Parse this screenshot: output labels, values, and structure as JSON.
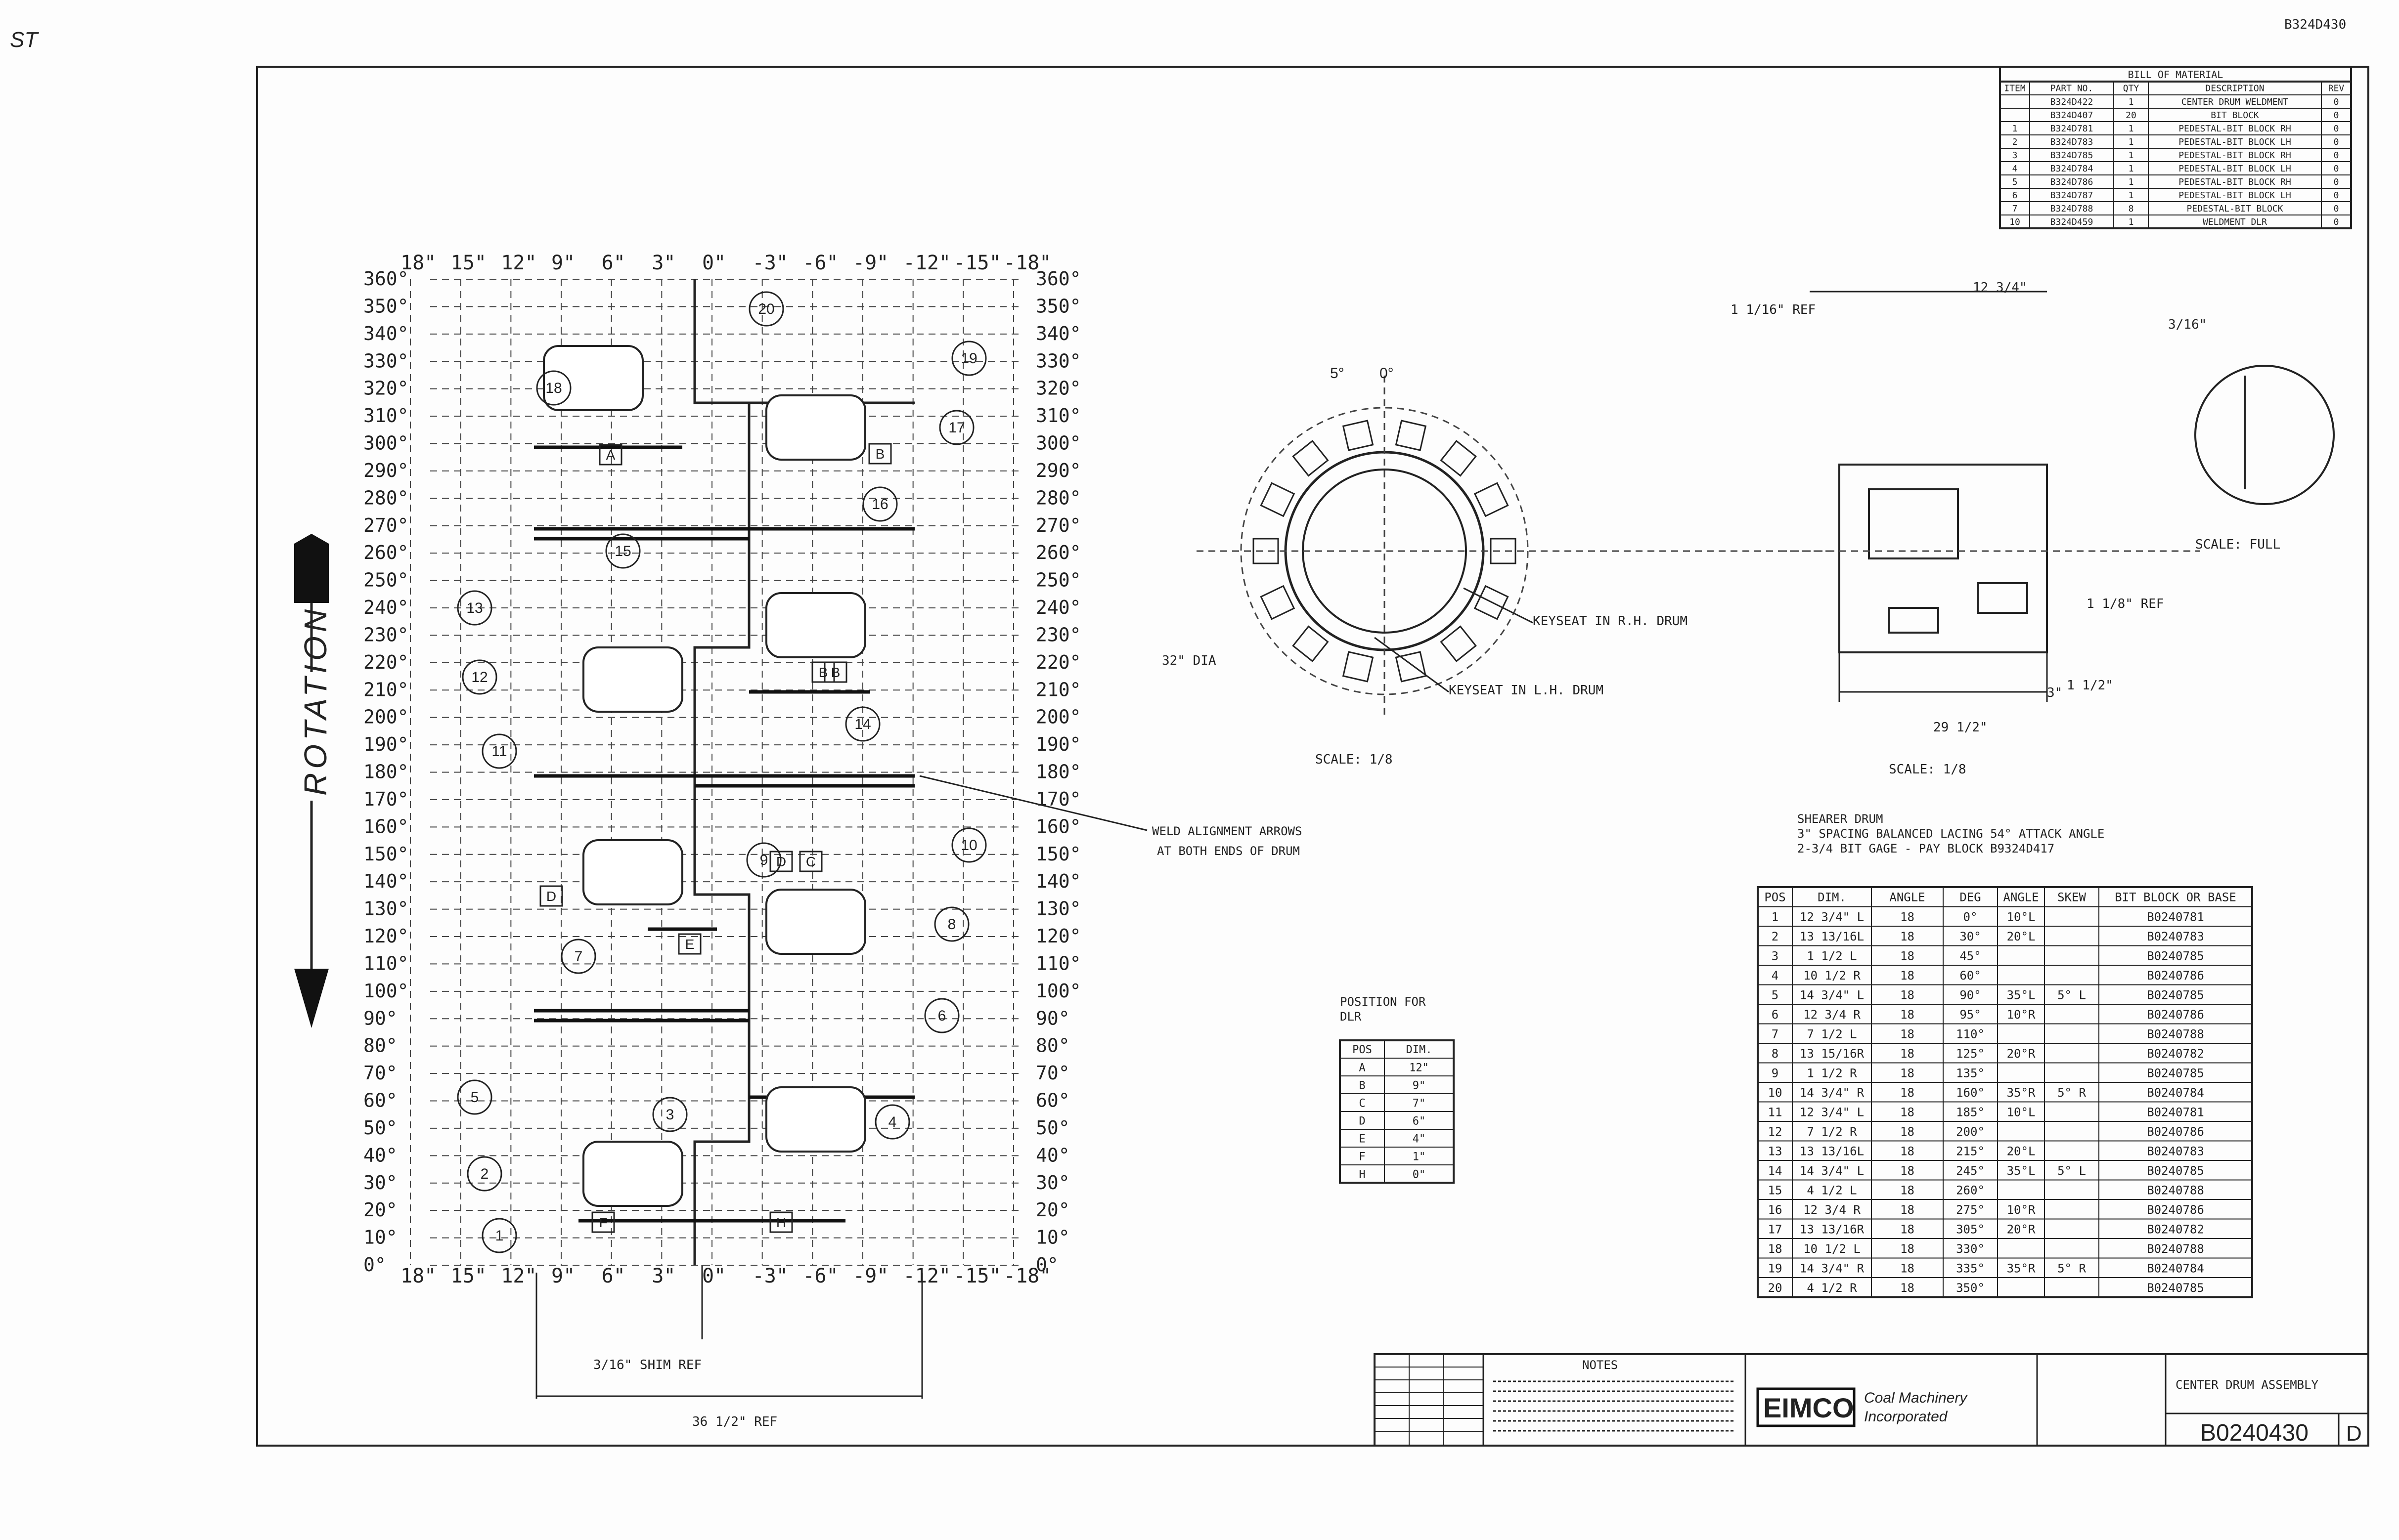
{
  "sheet": {
    "corner_mark": "ST",
    "top_right_code": "B324D430"
  },
  "layout": {
    "rotation_label": "ROTATION",
    "scale_left_top": [
      "360°",
      "350°",
      "340°",
      "330°",
      "320°",
      "310°",
      "300°",
      "290°",
      "280°",
      "270°",
      "260°",
      "250°",
      "240°",
      "230°",
      "220°",
      "210°",
      "200°",
      "190°",
      "180°",
      "170°",
      "160°",
      "150°",
      "140°",
      "130°",
      "120°",
      "110°",
      "100°",
      "90°",
      "80°",
      "70°",
      "60°",
      "50°",
      "40°",
      "30°",
      "20°",
      "10°",
      "0°"
    ],
    "offsets": [
      "18\"",
      "15\"",
      "12\"",
      "9\"",
      "6\"",
      "3\"",
      "0\"",
      "-3\"",
      "-6\"",
      "-9\"",
      "-12\"",
      "-15\"",
      "-18\""
    ],
    "block_numbers_left": [
      "18",
      "13",
      "12",
      "11",
      "7",
      "5",
      "2",
      "1",
      "15",
      "3"
    ],
    "block_numbers_right": [
      "20",
      "19",
      "17",
      "16",
      "14",
      "10",
      "9",
      "8",
      "6",
      "4"
    ],
    "lug_labels": [
      "A",
      "B",
      "C",
      "D",
      "E",
      "F",
      "H",
      "B",
      "B",
      "D"
    ],
    "shim_label": "3/16\" SHIM REF",
    "bottom_dim": "36 1/2\" REF",
    "weld_note": [
      "WELD ALIGNMENT ARROWS",
      "AT BOTH ENDS OF DRUM"
    ]
  },
  "section_view": {
    "angles": [
      "5°",
      "0°"
    ],
    "keyseat_rh": "KEYSEAT IN R.H. DRUM",
    "keyseat_lh": "KEYSEAT IN L.H. DRUM",
    "dia_note": "32\" DIA",
    "scale": "SCALE: 1/8"
  },
  "side_view": {
    "dims": [
      "1 1/16\" REF",
      "12 3/4\"",
      "3/16\"",
      "29 1/2\"",
      "1 1/2\"",
      "3\"",
      "1 1/8\" REF"
    ],
    "detail_scale": "SCALE: FULL",
    "scale": "SCALE: 1/8"
  },
  "drum_note": [
    "SHEARER DRUM",
    "3\" SPACING BALANCED LACING 54° ATTACK ANGLE",
    "2-3/4 BIT GAGE - PAY BLOCK B9324D417"
  ],
  "bom": {
    "title": "BILL OF MATERIAL",
    "headers": [
      "ITEM",
      "PART NO.",
      "QTY",
      "DESCRIPTION",
      "REV"
    ],
    "rows": [
      [
        "",
        "B324D422",
        "1",
        "CENTER DRUM WELDMENT",
        "0"
      ],
      [
        "",
        "B324D407",
        "20",
        "BIT BLOCK",
        "0"
      ],
      [
        "1",
        "B324D781",
        "1",
        "PEDESTAL-BIT BLOCK RH",
        "0"
      ],
      [
        "2",
        "B324D783",
        "1",
        "PEDESTAL-BIT BLOCK LH",
        "0"
      ],
      [
        "3",
        "B324D785",
        "1",
        "PEDESTAL-BIT BLOCK RH",
        "0"
      ],
      [
        "4",
        "B324D784",
        "1",
        "PEDESTAL-BIT BLOCK LH",
        "0"
      ],
      [
        "5",
        "B324D786",
        "1",
        "PEDESTAL-BIT BLOCK RH",
        "0"
      ],
      [
        "6",
        "B324D787",
        "1",
        "PEDESTAL-BIT BLOCK LH",
        "0"
      ],
      [
        "7",
        "B324D788",
        "8",
        "PEDESTAL-BIT BLOCK",
        "0"
      ],
      [
        "10",
        "B324D459",
        "1",
        "WELDMENT DLR",
        "0"
      ]
    ]
  },
  "position_table": {
    "note": [
      "POSITION FOR",
      "DLR"
    ],
    "headers": [
      "POS",
      "DIM."
    ],
    "rows": [
      [
        "A",
        "12\""
      ],
      [
        "B",
        "9\""
      ],
      [
        "C",
        "7\""
      ],
      [
        "D",
        "6\""
      ],
      [
        "E",
        "4\""
      ],
      [
        "F",
        "1\""
      ],
      [
        "H",
        "0\""
      ]
    ]
  },
  "lacing_table": {
    "headers": [
      "POS",
      "DIM.",
      "ANGLE",
      "DEG",
      "ANGLE",
      "SKEW",
      "BIT BLOCK OR BASE"
    ],
    "rows": [
      [
        "1",
        "12 3/4\" L",
        "18",
        "0°",
        "10°L",
        "",
        "B0240781"
      ],
      [
        "2",
        "13 13/16L",
        "18",
        "30°",
        "20°L",
        "",
        "B0240783"
      ],
      [
        "3",
        "1 1/2 L",
        "18",
        "45°",
        "",
        "",
        "B0240785"
      ],
      [
        "4",
        "10 1/2 R",
        "18",
        "60°",
        "",
        "",
        "B0240786"
      ],
      [
        "5",
        "14 3/4\" L",
        "18",
        "90°",
        "35°L",
        "5° L",
        "B0240785"
      ],
      [
        "6",
        "12 3/4 R",
        "18",
        "95°",
        "10°R",
        "",
        "B0240786"
      ],
      [
        "7",
        "7 1/2 L",
        "18",
        "110°",
        "",
        "",
        "B0240788"
      ],
      [
        "8",
        "13 15/16R",
        "18",
        "125°",
        "20°R",
        "",
        "B0240782"
      ],
      [
        "9",
        "1 1/2 R",
        "18",
        "135°",
        "",
        "",
        "B0240785"
      ],
      [
        "10",
        "14 3/4\" R",
        "18",
        "160°",
        "35°R",
        "5° R",
        "B0240784"
      ],
      [
        "11",
        "12 3/4\" L",
        "18",
        "185°",
        "10°L",
        "",
        "B0240781"
      ],
      [
        "12",
        "7 1/2 R",
        "18",
        "200°",
        "",
        "",
        "B0240786"
      ],
      [
        "13",
        "13 13/16L",
        "18",
        "215°",
        "20°L",
        "",
        "B0240783"
      ],
      [
        "14",
        "14 3/4\" L",
        "18",
        "245°",
        "35°L",
        "5° L",
        "B0240785"
      ],
      [
        "15",
        "4 1/2 L",
        "18",
        "260°",
        "",
        "",
        "B0240788"
      ],
      [
        "16",
        "12 3/4 R",
        "18",
        "275°",
        "10°R",
        "",
        "B0240786"
      ],
      [
        "17",
        "13 13/16R",
        "18",
        "305°",
        "20°R",
        "",
        "B0240782"
      ],
      [
        "18",
        "10 1/2 L",
        "18",
        "330°",
        "",
        "",
        "B0240788"
      ],
      [
        "19",
        "14 3/4\" R",
        "18",
        "335°",
        "35°R",
        "5° R",
        "B0240784"
      ],
      [
        "20",
        "4 1/2 R",
        "18",
        "350°",
        "",
        "",
        "B0240785"
      ]
    ]
  },
  "title_block": {
    "notes_heading": "NOTES",
    "company_logo": "EIMCO",
    "company_name": [
      "Coal Machinery",
      "Incorporated"
    ],
    "title": "CENTER DRUM ASSEMBLY",
    "drawing_number": "B0240430",
    "revision": "D"
  }
}
